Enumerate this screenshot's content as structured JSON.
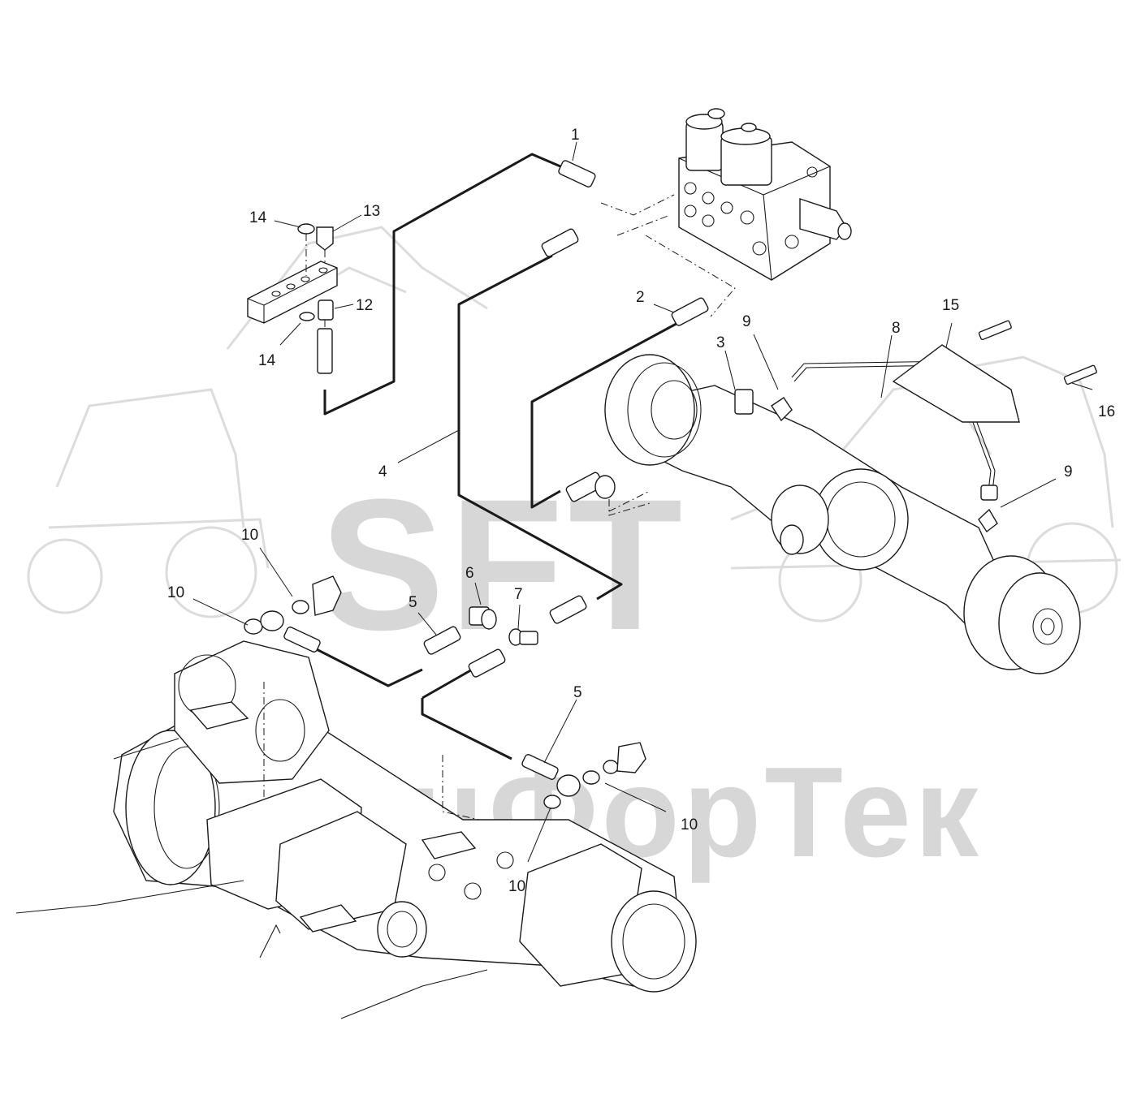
{
  "watermark": {
    "brand": "SFT",
    "company": "СпецФорТек"
  },
  "callouts": [
    {
      "id": "c1",
      "text": "1"
    },
    {
      "id": "c2",
      "text": "2"
    },
    {
      "id": "c3",
      "text": "3"
    },
    {
      "id": "c4",
      "text": "4"
    },
    {
      "id": "c5a",
      "text": "5"
    },
    {
      "id": "c5b",
      "text": "5"
    },
    {
      "id": "c6",
      "text": "6"
    },
    {
      "id": "c7",
      "text": "7"
    },
    {
      "id": "c8",
      "text": "8"
    },
    {
      "id": "c9a",
      "text": "9"
    },
    {
      "id": "c9b",
      "text": "9"
    },
    {
      "id": "c10a",
      "text": "10"
    },
    {
      "id": "c10b",
      "text": "10"
    },
    {
      "id": "c10c",
      "text": "10"
    },
    {
      "id": "c10d",
      "text": "10"
    },
    {
      "id": "c12",
      "text": "12"
    },
    {
      "id": "c13",
      "text": "13"
    },
    {
      "id": "c14a",
      "text": "14"
    },
    {
      "id": "c14b",
      "text": "14"
    },
    {
      "id": "c15",
      "text": "15"
    },
    {
      "id": "c16",
      "text": "16"
    }
  ]
}
